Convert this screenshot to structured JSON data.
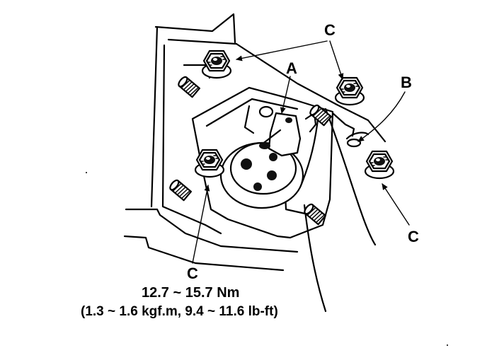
{
  "callouts": {
    "a": "A",
    "b": "B",
    "c": "C"
  },
  "torque": {
    "metric": "12.7 ~ 15.7 Nm",
    "imperial": "(1.3 ~ 1.6 kgf.m, 9.4 ~ 11.6 lb-ft)"
  }
}
